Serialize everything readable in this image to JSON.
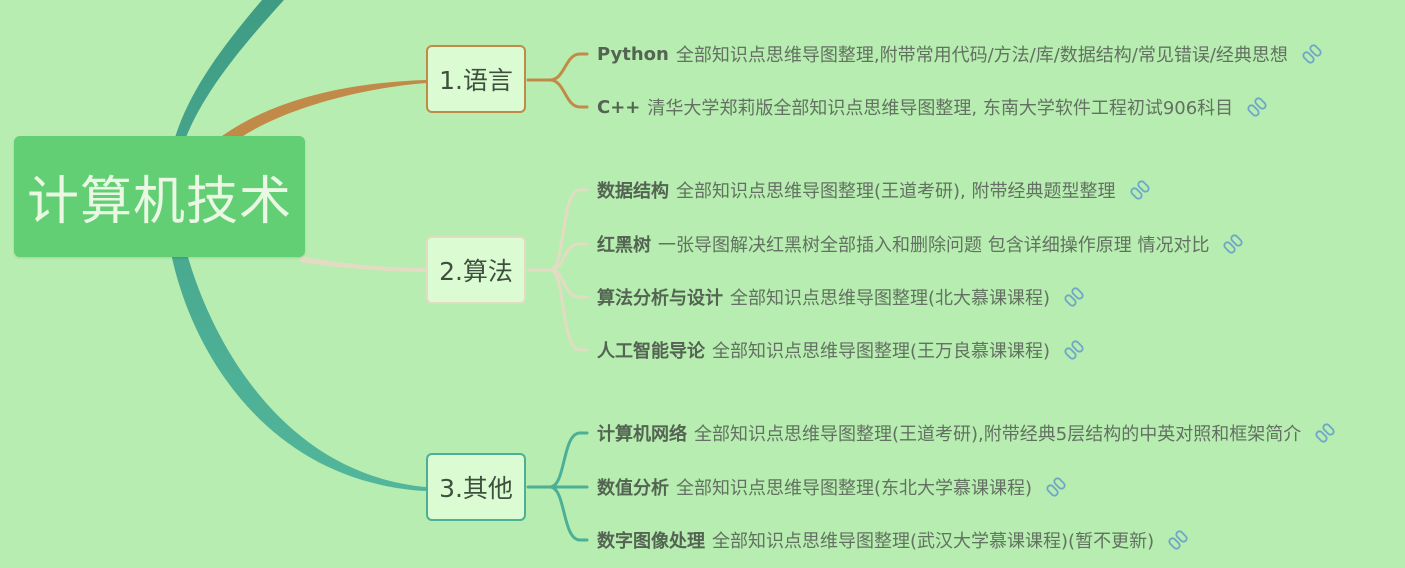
{
  "root": {
    "label": "计算机技术"
  },
  "branches": [
    {
      "label": "1.语言",
      "leaves": [
        {
          "title": "Python",
          "desc": "全部知识点思维导图整理,附带常用代码/方法/库/数据结构/常见错误/经典思想"
        },
        {
          "title": "C++",
          "desc": "清华大学郑莉版全部知识点思维导图整理, 东南大学软件工程初试906科目"
        }
      ]
    },
    {
      "label": "2.算法",
      "leaves": [
        {
          "title": "数据结构",
          "desc": "全部知识点思维导图整理(王道考研), 附带经典题型整理"
        },
        {
          "title": "红黑树",
          "desc": "一张导图解决红黑树全部插入和删除问题 包含详细操作原理 情况对比"
        },
        {
          "title": "算法分析与设计",
          "desc": "全部知识点思维导图整理(北大慕课课程)"
        },
        {
          "title": "人工智能导论",
          "desc": "全部知识点思维导图整理(王万良慕课课程)"
        }
      ]
    },
    {
      "label": "3.其他",
      "leaves": [
        {
          "title": "计算机网络",
          "desc": "全部知识点思维导图整理(王道考研),附带经典5层结构的中英对照和框架简介"
        },
        {
          "title": "数值分析",
          "desc": "全部知识点思维导图整理(东北大学慕课课程)"
        },
        {
          "title": "数字图像处理",
          "desc": "全部知识点思维导图整理(武汉大学慕课课程)(暂不更新)"
        }
      ]
    }
  ],
  "colors": {
    "background": "#b7edb0",
    "root": "#63cf75",
    "branch1": "#c28a48",
    "branch2": "#e3dcc3",
    "branch3": "#4daf96",
    "link_icon": "#6fa6c8"
  },
  "icons": {
    "leaf_link": "link-icon"
  }
}
